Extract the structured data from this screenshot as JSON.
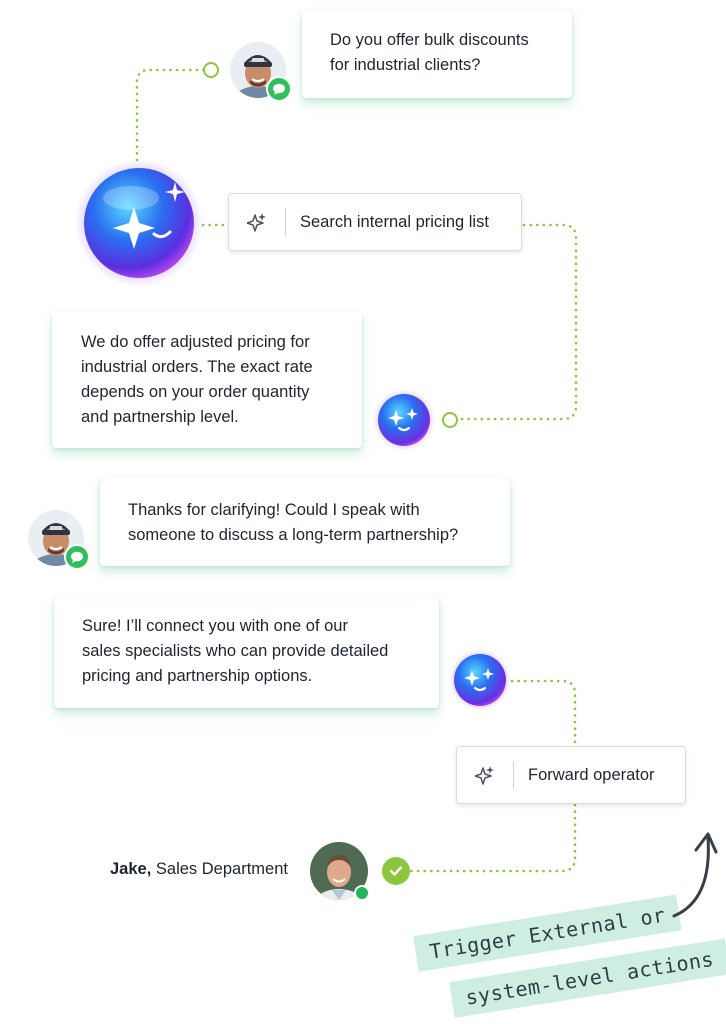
{
  "messages": {
    "customer_1": {
      "lines": [
        "Do you offer bulk discounts",
        "for industrial clients?"
      ]
    },
    "ai_1": {
      "lines": [
        "We do offer adjusted pricing for",
        "industrial orders. The exact rate",
        "depends on your order quantity",
        "and partnership level."
      ]
    },
    "customer_2": {
      "lines": [
        "Thanks for clarifying! Could I speak with",
        "someone to discuss a long-term partnership?"
      ]
    },
    "ai_2": {
      "lines": [
        "Sure! I’ll connect you with one of our",
        "sales specialists who can provide detailed",
        "pricing and partnership options."
      ]
    }
  },
  "actions": {
    "search": {
      "label": "Search internal pricing list",
      "icon": "sparkle-icon"
    },
    "forward": {
      "label": "Forward operator",
      "icon": "sparkle-icon"
    }
  },
  "operator": {
    "name": "Jake,",
    "department": "Sales Department"
  },
  "annotation": {
    "line1": "Trigger External or",
    "line2": "system-level actions"
  },
  "colors": {
    "connector": "#8cc63f",
    "bubble_glow": "#6ed2a0",
    "note_bg": "#cdeee0",
    "online_green": "#22b55a",
    "orb_blue": "#2a6ff0",
    "orb_purple": "#a64df0"
  }
}
